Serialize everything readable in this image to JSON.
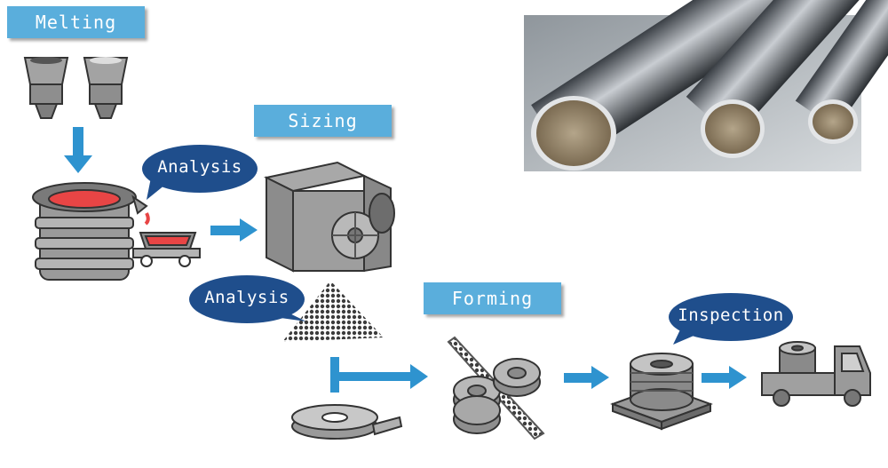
{
  "steps": {
    "melting": "Melting",
    "sizing": "Sizing",
    "forming": "Forming"
  },
  "bubbles": {
    "analysis_1": "Analysis",
    "analysis_2": "Analysis",
    "inspection": "Inspection"
  },
  "colors": {
    "label_bg": "#5aaedc",
    "bubble_bg": "#1f4e8c",
    "arrow": "#2e93cf",
    "machine_gray": "#9a9a9a",
    "molten": "#e84545"
  }
}
